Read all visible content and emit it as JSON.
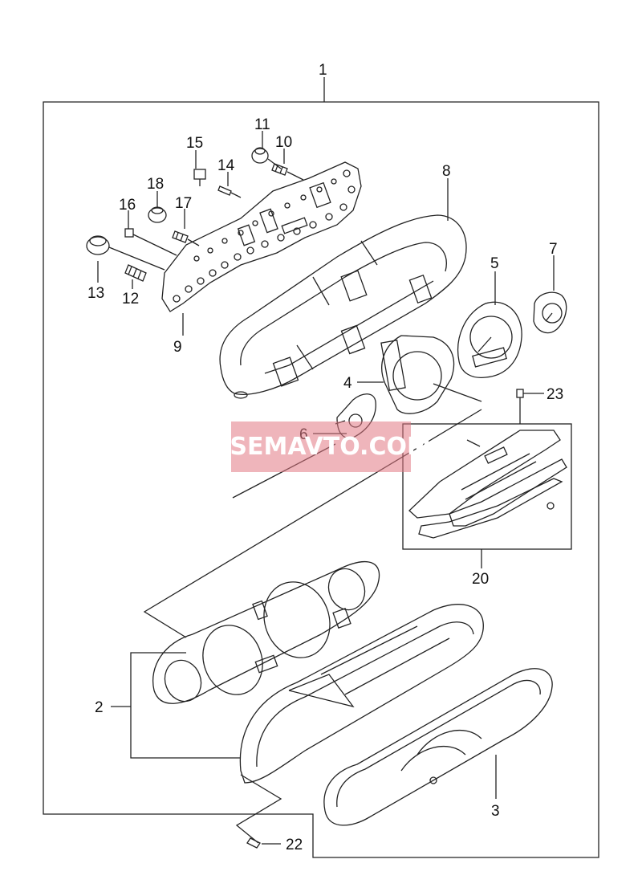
{
  "callouts": {
    "c1": "1",
    "c2": "2",
    "c3": "3",
    "c4": "4",
    "c5": "5",
    "c6": "6",
    "c7": "7",
    "c8": "8",
    "c9": "9",
    "c10": "10",
    "c11": "11",
    "c12": "12",
    "c13": "13",
    "c14": "14",
    "c15": "15",
    "c16": "16",
    "c17": "17",
    "c18": "18",
    "c20": "20",
    "c22": "22",
    "c23": "23"
  },
  "watermark": "VSEMAVTO.COM",
  "colors": {
    "line": "#222222",
    "watermark_bg": "#e27884",
    "watermark_text": "#ffffff"
  }
}
